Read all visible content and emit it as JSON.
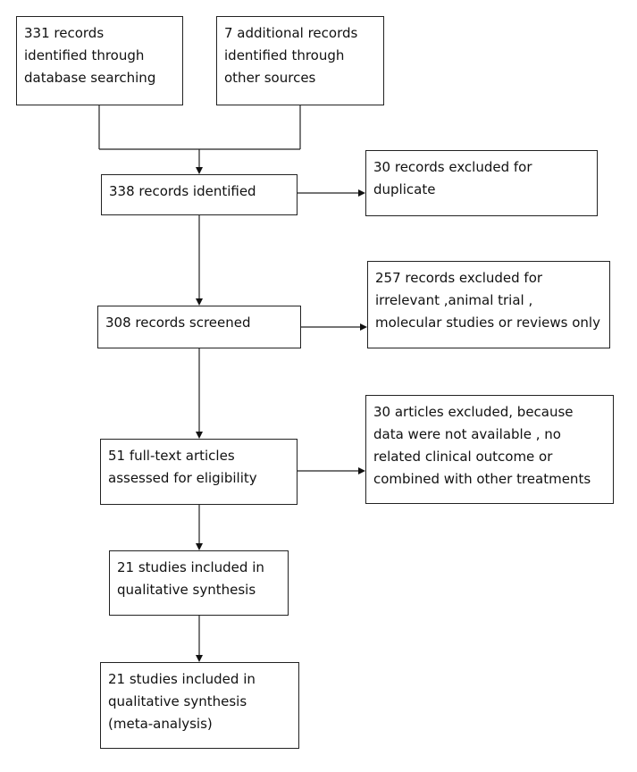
{
  "boxes": {
    "database": "331 records\nidentified through\ndatabase searching",
    "other": "7 additional records\nidentified through\nother sources",
    "identified": "338 records identified",
    "duplicate": "30 records excluded for\nduplicate",
    "screened": "308 records screened",
    "irrelevant": "257 records excluded for\nirrelevant ,animal trial ,\nmolecular studies or reviews only",
    "fulltext": "51 full-text articles\nassessed for eligibility",
    "articles_excluded": "30 articles excluded, because\ndata were not available , no\nrelated clinical outcome or\ncombined with other treatments",
    "qualitative": "21 studies included in\nqualitative synthesis",
    "meta": "21 studies included in\nqualitative synthesis\n(meta-analysis)"
  },
  "edges": [
    {
      "from": "database",
      "to": "identified"
    },
    {
      "from": "other",
      "to": "identified"
    },
    {
      "from": "identified",
      "to": "duplicate"
    },
    {
      "from": "identified",
      "to": "screened"
    },
    {
      "from": "screened",
      "to": "irrelevant"
    },
    {
      "from": "screened",
      "to": "fulltext"
    },
    {
      "from": "fulltext",
      "to": "articles_excluded"
    },
    {
      "from": "fulltext",
      "to": "qualitative"
    },
    {
      "from": "qualitative",
      "to": "meta"
    }
  ]
}
